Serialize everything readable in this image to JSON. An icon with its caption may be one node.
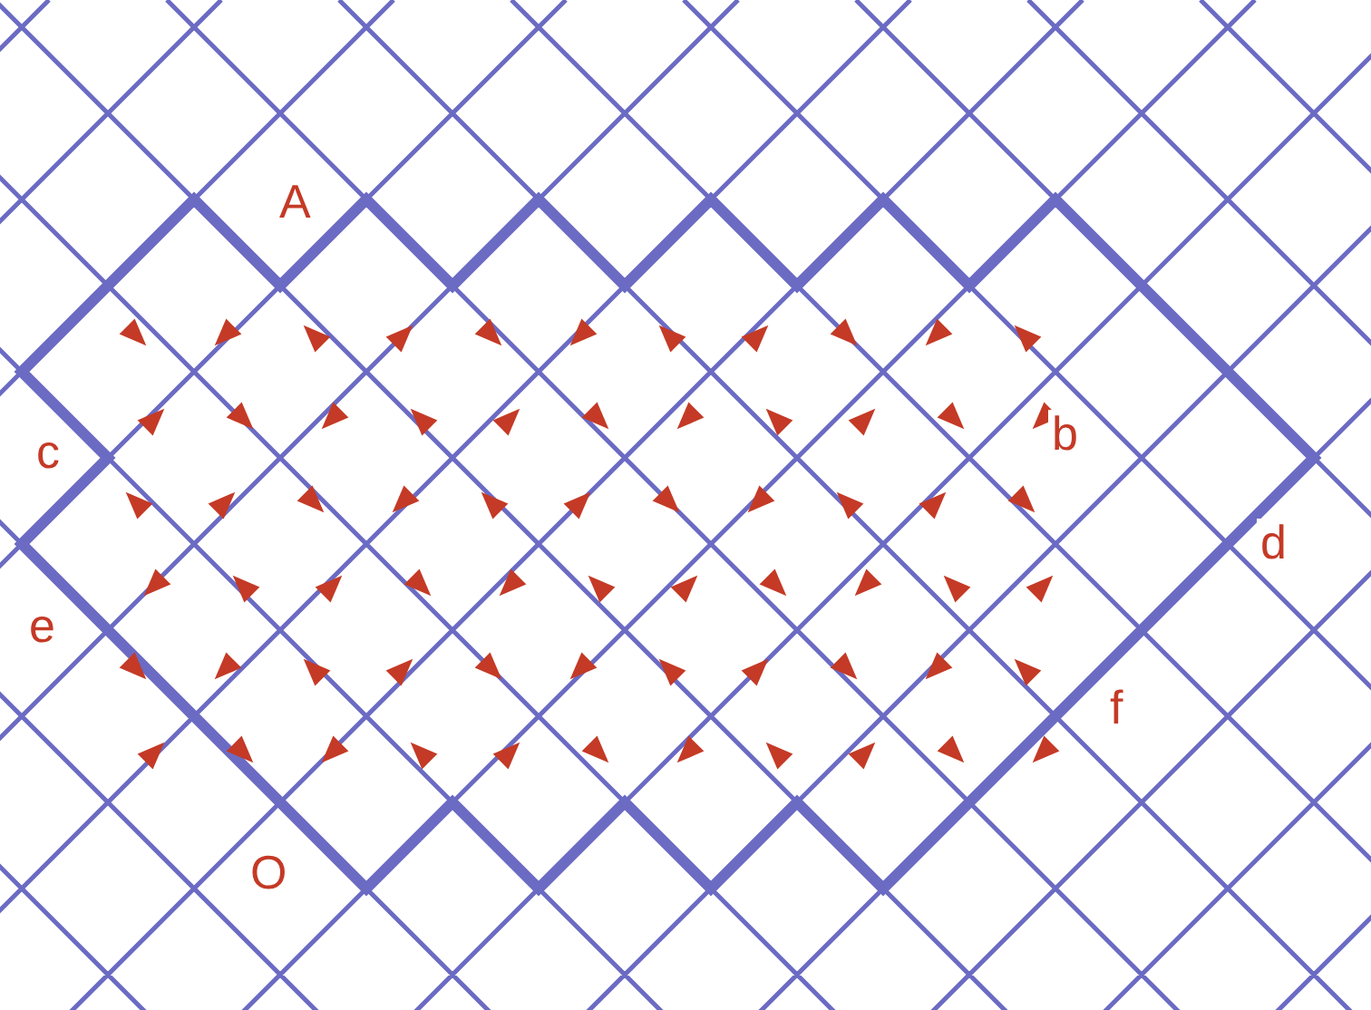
{
  "diagram": {
    "labels": [
      "A",
      "c",
      "b",
      "d",
      "e",
      "f",
      "O"
    ]
  }
}
